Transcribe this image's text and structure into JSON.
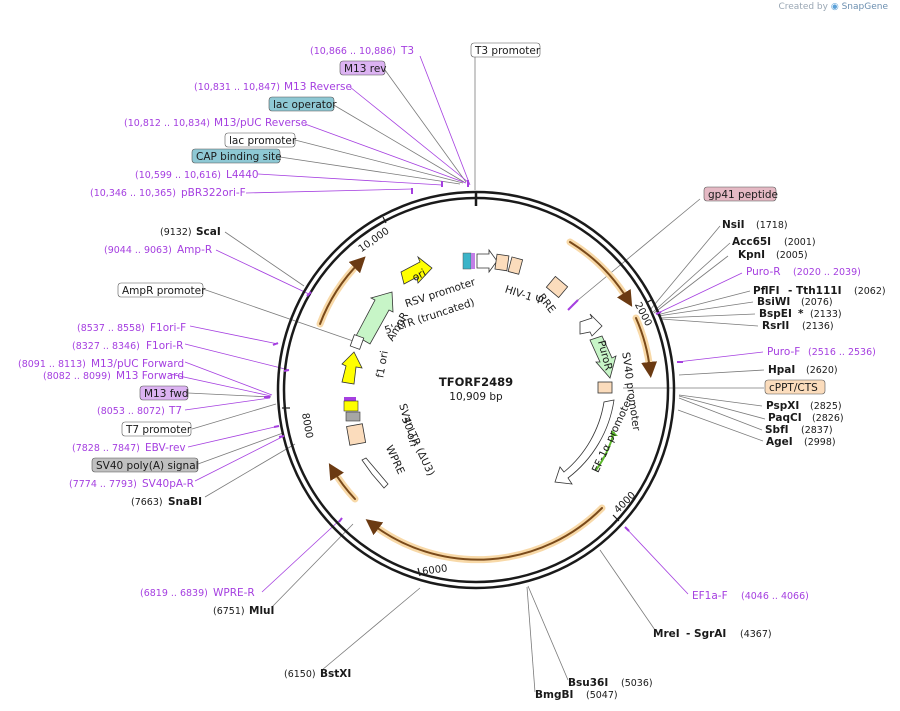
{
  "brand": {
    "created_by": "Created by",
    "app": "SnapGene"
  },
  "center": {
    "name": "TFORF2489",
    "length": "10,909 bp"
  },
  "ticks": [
    "2000",
    "4000",
    "6000",
    "8000",
    "10,000"
  ],
  "features_inside": {
    "rsv_promoter": "RSV promoter",
    "ltr5": "5' LTR (truncated)",
    "hiv_psi": "HIV-1 Ψ",
    "rre": "RRE",
    "ori": "ori",
    "ampr": "AmpR",
    "f1_ori": "f1 ori",
    "sv40_ori": "SV40 ori",
    "ltr3": "3' LTR (ΔU3)",
    "wpre": "WPRE",
    "puror": "PuroR",
    "sv40_promoter": "SV40 promoter",
    "ef1a_promoter": "EF-1α promoter"
  },
  "labels": {
    "t3_range": "(10,866 .. 10,886)",
    "t3": "T3",
    "m13rev": "M13 rev",
    "m13reverse_range": "(10,831 .. 10,847)",
    "m13reverse": "M13 Reverse",
    "lac_operator": "lac operator",
    "m13puc_rev_range": "(10,812 .. 10,834)",
    "m13puc_rev": "M13/pUC Reverse",
    "lac_promoter": "lac promoter",
    "cap_site": "CAP binding site",
    "l4440_range": "(10,599 .. 10,616)",
    "l4440": "L4440",
    "pbr_range": "(10,346 .. 10,365)",
    "pbr": "pBR322ori-F",
    "t3_promoter": "T3 promoter",
    "gp41": "gp41 peptide",
    "nsi": "NsiI",
    "nsi_pos": "(1718)",
    "acc65": "Acc65I",
    "acc65_pos": "(2001)",
    "kpn": "KpnI",
    "kpn_pos": "(2005)",
    "puro_r": "Puro-R",
    "puro_r_range": "(2020 .. 2039)",
    "pflfi": "PflFI",
    "tth": "- Tth111I",
    "tth_pos": "(2062)",
    "bsiwi": "BsiWI",
    "bsiwi_pos": "(2076)",
    "bspei": "BspEI",
    "bspei_star": "*",
    "bspei_pos": "(2133)",
    "rsrii": "RsrII",
    "rsrii_pos": "(2136)",
    "puro_f": "Puro-F",
    "puro_f_range": "(2516 .. 2536)",
    "hpai": "HpaI",
    "hpai_pos": "(2620)",
    "cppt": "cPPT/CTS",
    "pspxi": "PspXI",
    "pspxi_pos": "(2825)",
    "paqci": "PaqCI",
    "paqci_pos": "(2826)",
    "sbfi": "SbfI",
    "sbfi_pos": "(2837)",
    "agei": "AgeI",
    "agei_pos": "(2998)",
    "ef1a_f": "EF1a-F",
    "ef1a_f_range": "(4046 .. 4066)",
    "mrei": "MreI",
    "sgrai": "- SgrAI",
    "sgrai_pos": "(4367)",
    "bsu36": "Bsu36I",
    "bsu36_pos": "(5036)",
    "bmgbi": "BmgBI",
    "bmgbi_pos": "(5047)",
    "bstxi_pos": "(6150)",
    "bstxi": "BstXI",
    "mlui_pos": "(6751)",
    "mlui": "MluI",
    "wpre_r_range": "(6819 .. 6839)",
    "wpre_r": "WPRE-R",
    "snabi_pos": "(7663)",
    "snabi": "SnaBI",
    "sv40pa_r_range": "(7774 .. 7793)",
    "sv40pa_r": "SV40pA-R",
    "sv40_polya": "SV40 poly(A) signal",
    "ebv_range": "(7828 .. 7847)",
    "ebv": "EBV-rev",
    "t7_promoter": "T7 promoter",
    "t7_range": "(8053 .. 8072)",
    "t7": "T7",
    "m13fwd": "M13 fwd",
    "m13forward_range": "(8082 .. 8099)",
    "m13forward": "M13 Forward",
    "m13puc_fwd_range": "(8091 .. 8113)",
    "m13puc_fwd": "M13/pUC Forward",
    "f1ori_r_range": "(8327 .. 8346)",
    "f1ori_r": "F1ori-R",
    "f1ori_f_range": "(8537 .. 8558)",
    "f1ori_f": "F1ori-F",
    "ampr_promoter": "AmpR promoter",
    "ampr_range": "(9044 .. 9063)",
    "ampr": "Amp-R",
    "scai_pos": "(9132)",
    "scai": "ScaI"
  }
}
